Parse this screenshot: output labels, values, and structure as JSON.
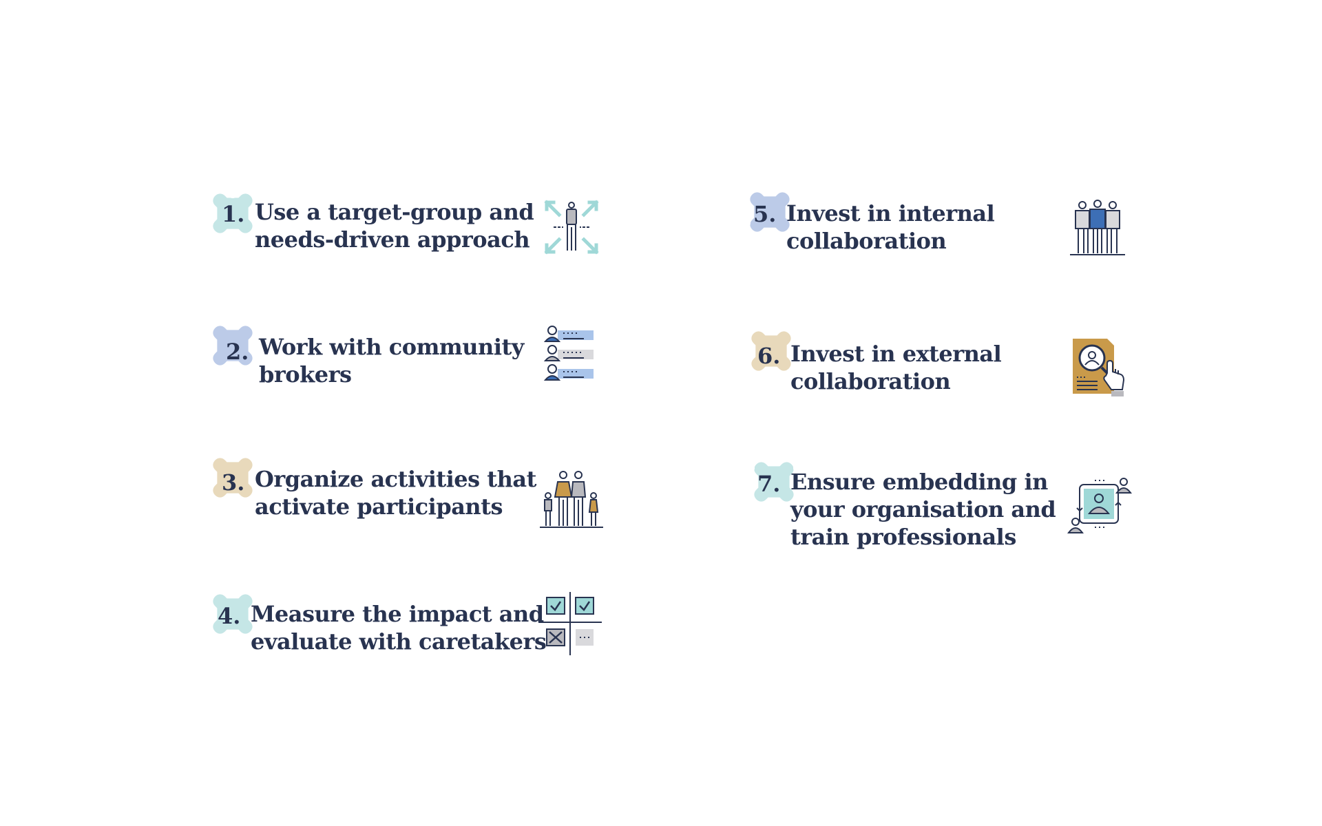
{
  "colors": {
    "text": "#283350",
    "teal": "#c5e6e6",
    "blue": "#bccbe8",
    "tan": "#e8d9bb",
    "icon_teal": "#9fd8d7",
    "icon_blue": "#a9c4ea",
    "icon_gold": "#c99a4a",
    "icon_gray": "#b9b9be"
  },
  "steps": [
    {
      "number": "1.",
      "lines": [
        "Use a target-group and",
        "needs-driven approach"
      ],
      "puzzle_color": "teal",
      "icon": "target-group-expand-icon"
    },
    {
      "number": "2.",
      "lines": [
        "Work with community",
        "brokers"
      ],
      "puzzle_color": "blue",
      "icon": "community-brokers-list-icon"
    },
    {
      "number": "3.",
      "lines": [
        "Organize activities that",
        "activate participants"
      ],
      "puzzle_color": "tan",
      "icon": "family-group-icon"
    },
    {
      "number": "4.",
      "lines": [
        "Measure the impact and",
        "evaluate with caretakers"
      ],
      "puzzle_color": "teal",
      "icon": "evaluation-matrix-icon"
    },
    {
      "number": "5.",
      "lines": [
        "Invest in internal",
        "collaboration"
      ],
      "puzzle_color": "blue",
      "icon": "internal-team-icon"
    },
    {
      "number": "6.",
      "lines": [
        "Invest in external",
        "collaboration"
      ],
      "puzzle_color": "tan",
      "icon": "profile-search-document-icon"
    },
    {
      "number": "7.",
      "lines": [
        "Ensure embedding in",
        "your organisation and",
        "train professionals"
      ],
      "puzzle_color": "teal",
      "icon": "professional-exchange-icon"
    }
  ]
}
